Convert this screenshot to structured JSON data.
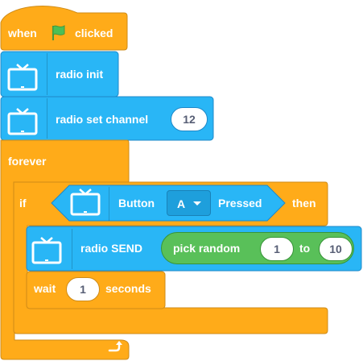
{
  "hat": {
    "label_when": "when",
    "label_clicked": "clicked",
    "icon": "green-flag-icon"
  },
  "radio_init": {
    "label": "radio init",
    "icon": "tv-icon"
  },
  "radio_set_channel": {
    "label": "radio set channel",
    "value": "12",
    "icon": "tv-icon"
  },
  "forever": {
    "label": "forever",
    "icon": "loop-arrow-icon"
  },
  "if_block": {
    "label_if": "if",
    "label_then": "then",
    "condition": {
      "label_button": "Button",
      "button_value": "A",
      "label_pressed": "Pressed",
      "icon": "tv-icon"
    }
  },
  "radio_send": {
    "label": "radio SEND",
    "icon": "tv-icon",
    "reporter": {
      "label": "pick random",
      "from": "1",
      "label_to": "to",
      "to": "10"
    }
  },
  "wait": {
    "label_wait": "wait",
    "value": "1",
    "label_seconds": "seconds"
  },
  "colors": {
    "control": "#ffab19",
    "control_border": "#cf8b17",
    "extension": "#29b6f6",
    "extension_border": "#1e88c8",
    "operator": "#59c059",
    "operator_border": "#389438"
  }
}
